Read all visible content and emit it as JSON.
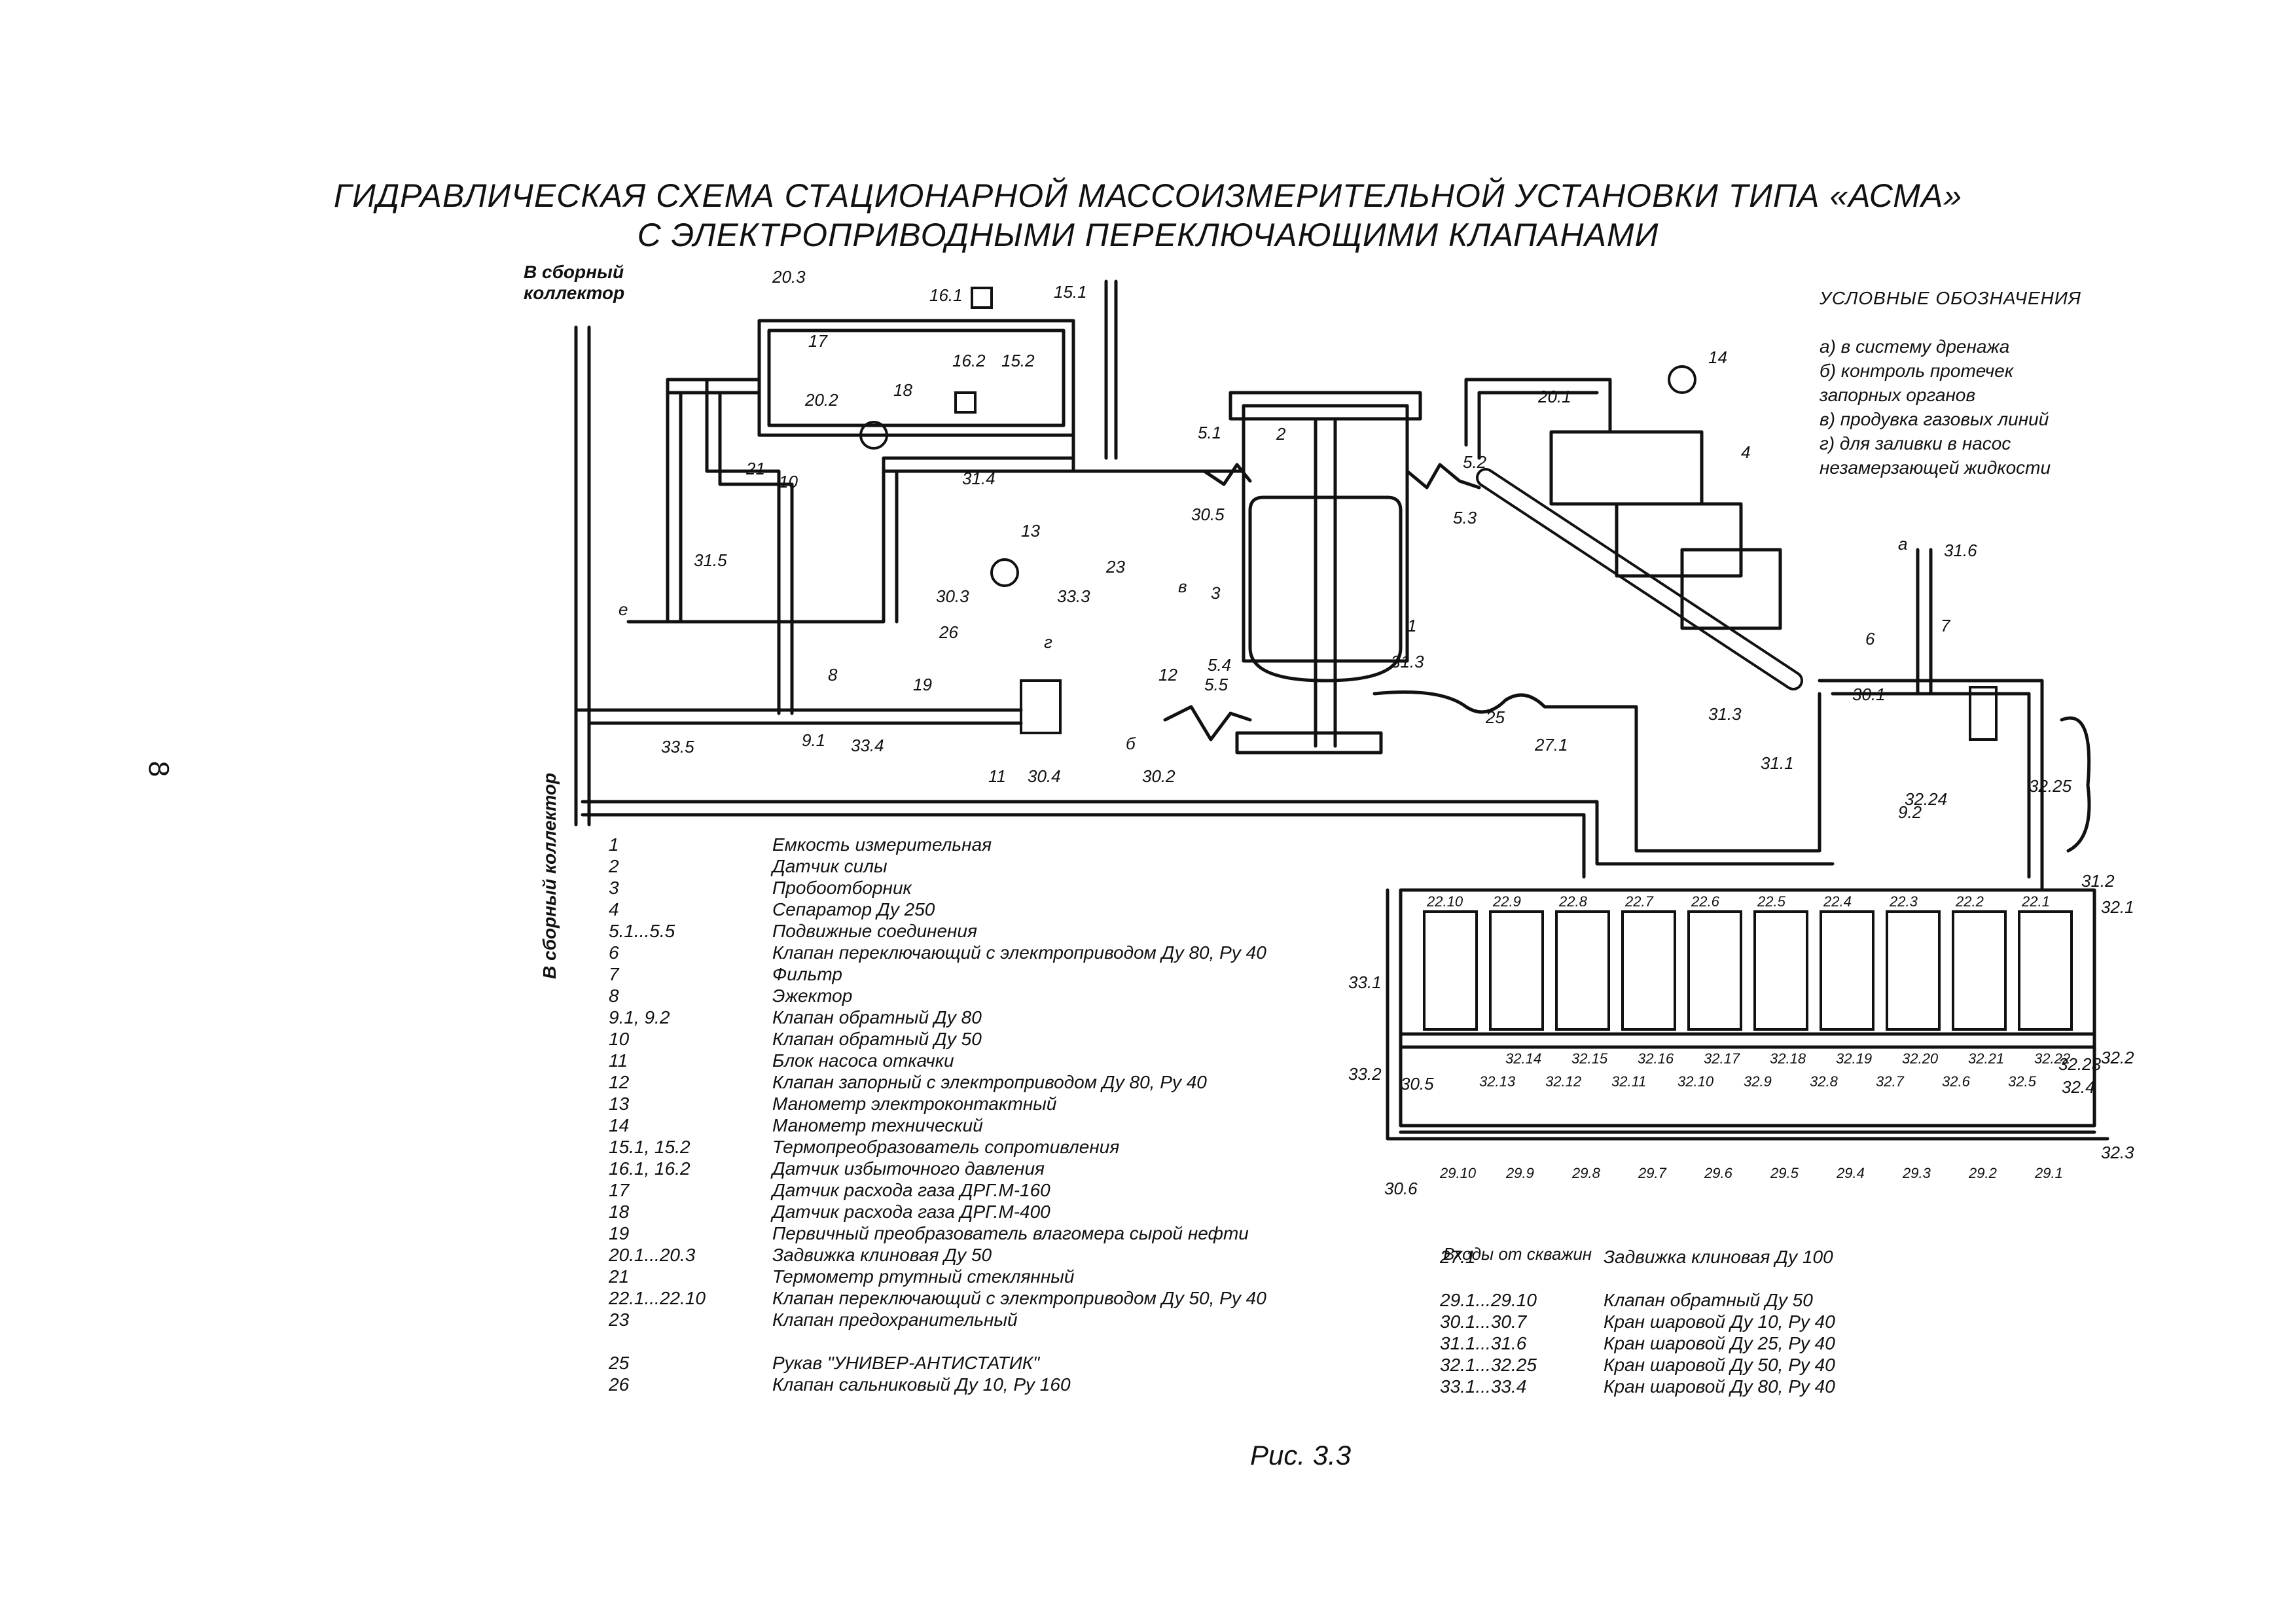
{
  "page_number": "8",
  "title_line1": "ГИДРАВЛИЧЕСКАЯ СХЕМА СТАЦИОНАРНОЙ МАССОИЗМЕРИТЕЛЬНОЙ УСТАНОВКИ ТИПА «АСМА»",
  "title_line2": "С ЭЛЕКТРОПРИВОДНЫМИ ПЕРЕКЛЮЧАЮЩИМИ КЛАПАНАМИ",
  "collector_top_label": "В сборный коллектор",
  "collector_side_label": "В сборный коллектор",
  "wells_label": "Входы от скважин",
  "legend_title": "УСЛОВНЫЕ ОБОЗНАЧЕНИЯ",
  "symbols": [
    "а) в систему дренажа",
    "б) контроль протечек",
    "запорных органов",
    "в) продувка газовых линий",
    "г) для заливки в насос",
    "незамерзающей жидкости"
  ],
  "components_left": [
    {
      "num": "1",
      "desc": "Емкость измерительная"
    },
    {
      "num": "2",
      "desc": "Датчик силы"
    },
    {
      "num": "3",
      "desc": "Пробоотборник"
    },
    {
      "num": "4",
      "desc": "Сепаратор Ду 250"
    },
    {
      "num": "5.1...5.5",
      "desc": "Подвижные соединения"
    },
    {
      "num": "6",
      "desc": "Клапан переключающий с электроприводом Ду 80, Ру 40"
    },
    {
      "num": "7",
      "desc": "Фильтр"
    },
    {
      "num": "8",
      "desc": "Эжектор"
    },
    {
      "num": "9.1, 9.2",
      "desc": "Клапан обратный Ду 80"
    },
    {
      "num": "10",
      "desc": "Клапан обратный Ду 50"
    },
    {
      "num": "11",
      "desc": "Блок насоса откачки"
    },
    {
      "num": "12",
      "desc": "Клапан запорный с электроприводом Ду 80, Ру 40"
    },
    {
      "num": "13",
      "desc": "Манометр электроконтактный"
    },
    {
      "num": "14",
      "desc": "Манометр технический"
    },
    {
      "num": "15.1, 15.2",
      "desc": "Термопреобразователь сопротивления"
    },
    {
      "num": "16.1, 16.2",
      "desc": "Датчик избыточного давления"
    },
    {
      "num": "17",
      "desc": "Датчик расхода газа ДРГ.М-160"
    },
    {
      "num": "18",
      "desc": "Датчик расхода газа ДРГ.М-400"
    },
    {
      "num": "19",
      "desc": "Первичный преобразователь влагомера сырой нефти"
    },
    {
      "num": "20.1...20.3",
      "desc": "Задвижка клиновая Ду 50"
    },
    {
      "num": "21",
      "desc": "Термометр ртутный стеклянный"
    },
    {
      "num": "22.1...22.10",
      "desc": "Клапан переключающий с электроприводом Ду 50, Ру 40"
    },
    {
      "num": "23",
      "desc": "Клапан предохранительный"
    },
    {
      "num": "25",
      "desc": "Рукав \"УНИВЕР-АНТИСТАТИК\""
    },
    {
      "num": "26",
      "desc": "Клапан сальниковый Ду 10, Ру 160"
    }
  ],
  "components_right": [
    {
      "num": "27.1",
      "desc": "Задвижка клиновая Ду 100"
    },
    {
      "num": "29.1...29.10",
      "desc": "Клапан обратный Ду 50"
    },
    {
      "num": "30.1...30.7",
      "desc": "Кран шаровой Ду 10, Ру 40"
    },
    {
      "num": "31.1...31.6",
      "desc": "Кран шаровой Ду 25, Ру 40"
    },
    {
      "num": "32.1...32.25",
      "desc": "Кран шаровой Ду 50, Ру 40"
    },
    {
      "num": "33.1...33.4",
      "desc": "Кран шаровой Ду 80, Ру 40"
    }
  ],
  "caption": "Рис. 3.3",
  "diagram_labels": {
    "l20_3": "20.3",
    "l16_1": "16.1",
    "l15_1": "15.1",
    "l17": "17",
    "l20_2": "20.2",
    "l18": "18",
    "l16_2": "16.2",
    "l15_2": "15.2",
    "l21": "21",
    "l10": "10",
    "l31_5": "31.5",
    "l31_4": "31.4",
    "l5_1": "5.1",
    "l2": "2",
    "l23": "23",
    "l30_5": "30.5",
    "l3": "3",
    "l1": "1",
    "l5_2": "5.2",
    "l5_3": "5.3",
    "l20_1": "20.1",
    "l14": "14",
    "l4": "4",
    "l13": "13",
    "l30_3": "30.3",
    "l33_3": "33.3",
    "l26": "26",
    "l19": "19",
    "l12": "12",
    "l5_4": "5.4",
    "l5_5": "5.5",
    "l31_3": "31.3",
    "l25": "25",
    "l8": "8",
    "l9_1": "9.1",
    "l33_4": "33.4",
    "l33_5": "33.5",
    "l11": "11",
    "l30_4": "30.4",
    "l30_2": "30.2",
    "l27_1": "27.1",
    "l6": "6",
    "l31_3b": "31.3",
    "l30_1": "30.1",
    "l31_1": "31.1",
    "l9_2": "9.2",
    "l32_24": "32.24",
    "l7": "7",
    "l31_6": "31.6",
    "l32_25": "32.25",
    "l31_2": "31.2",
    "l32_1": "32.1",
    "l32_2": "32.2",
    "l32_3": "32.3",
    "l32_23": "32.23",
    "l32_4": "32.4",
    "l33_1": "33.1",
    "l33_2": "33.2",
    "l30_5b": "30.5",
    "l30_6": "30.6",
    "va": "а",
    "vb": "б",
    "vv": "в",
    "vg": "г",
    "ve": "е"
  },
  "valves_top": [
    "22.10",
    "22.9",
    "22.8",
    "22.7",
    "22.6",
    "22.5",
    "22.4",
    "22.3",
    "22.2",
    "22.1"
  ],
  "valves_mid": [
    "32.14",
    "32.15",
    "32.16",
    "32.17",
    "32.18",
    "32.19",
    "32.20",
    "32.21",
    "32.22"
  ],
  "valves_mid2": [
    "32.13",
    "32.12",
    "32.11",
    "32.10",
    "32.9",
    "32.8",
    "32.7",
    "32.6",
    "32.5"
  ],
  "checks_bottom": [
    "29.10",
    "29.9",
    "29.8",
    "29.7",
    "29.6",
    "29.5",
    "29.4",
    "29.3",
    "29.2",
    "29.1"
  ]
}
